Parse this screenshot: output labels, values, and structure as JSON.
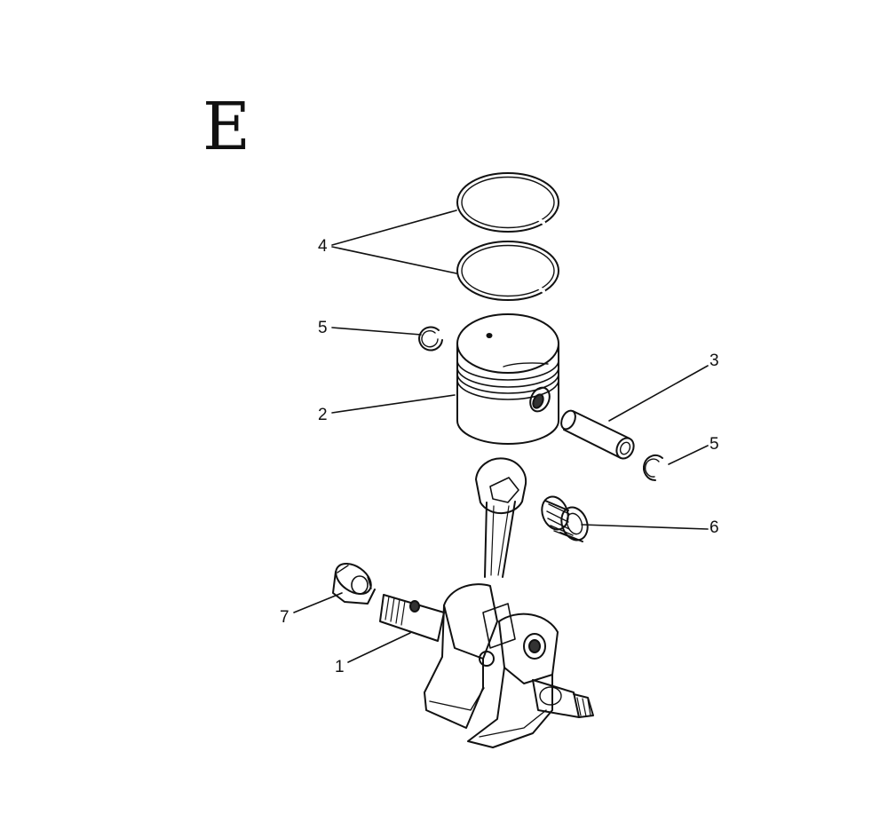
{
  "section_letter": "E",
  "callouts": [
    {
      "id": "1",
      "label": "1"
    },
    {
      "id": "2",
      "label": "2"
    },
    {
      "id": "3",
      "label": "3"
    },
    {
      "id": "4",
      "label": "4"
    },
    {
      "id": "5a",
      "label": "5"
    },
    {
      "id": "5b",
      "label": "5"
    },
    {
      "id": "6",
      "label": "6"
    },
    {
      "id": "7",
      "label": "7"
    }
  ],
  "colors": {
    "ink": "#111111",
    "paper": "#ffffff"
  }
}
